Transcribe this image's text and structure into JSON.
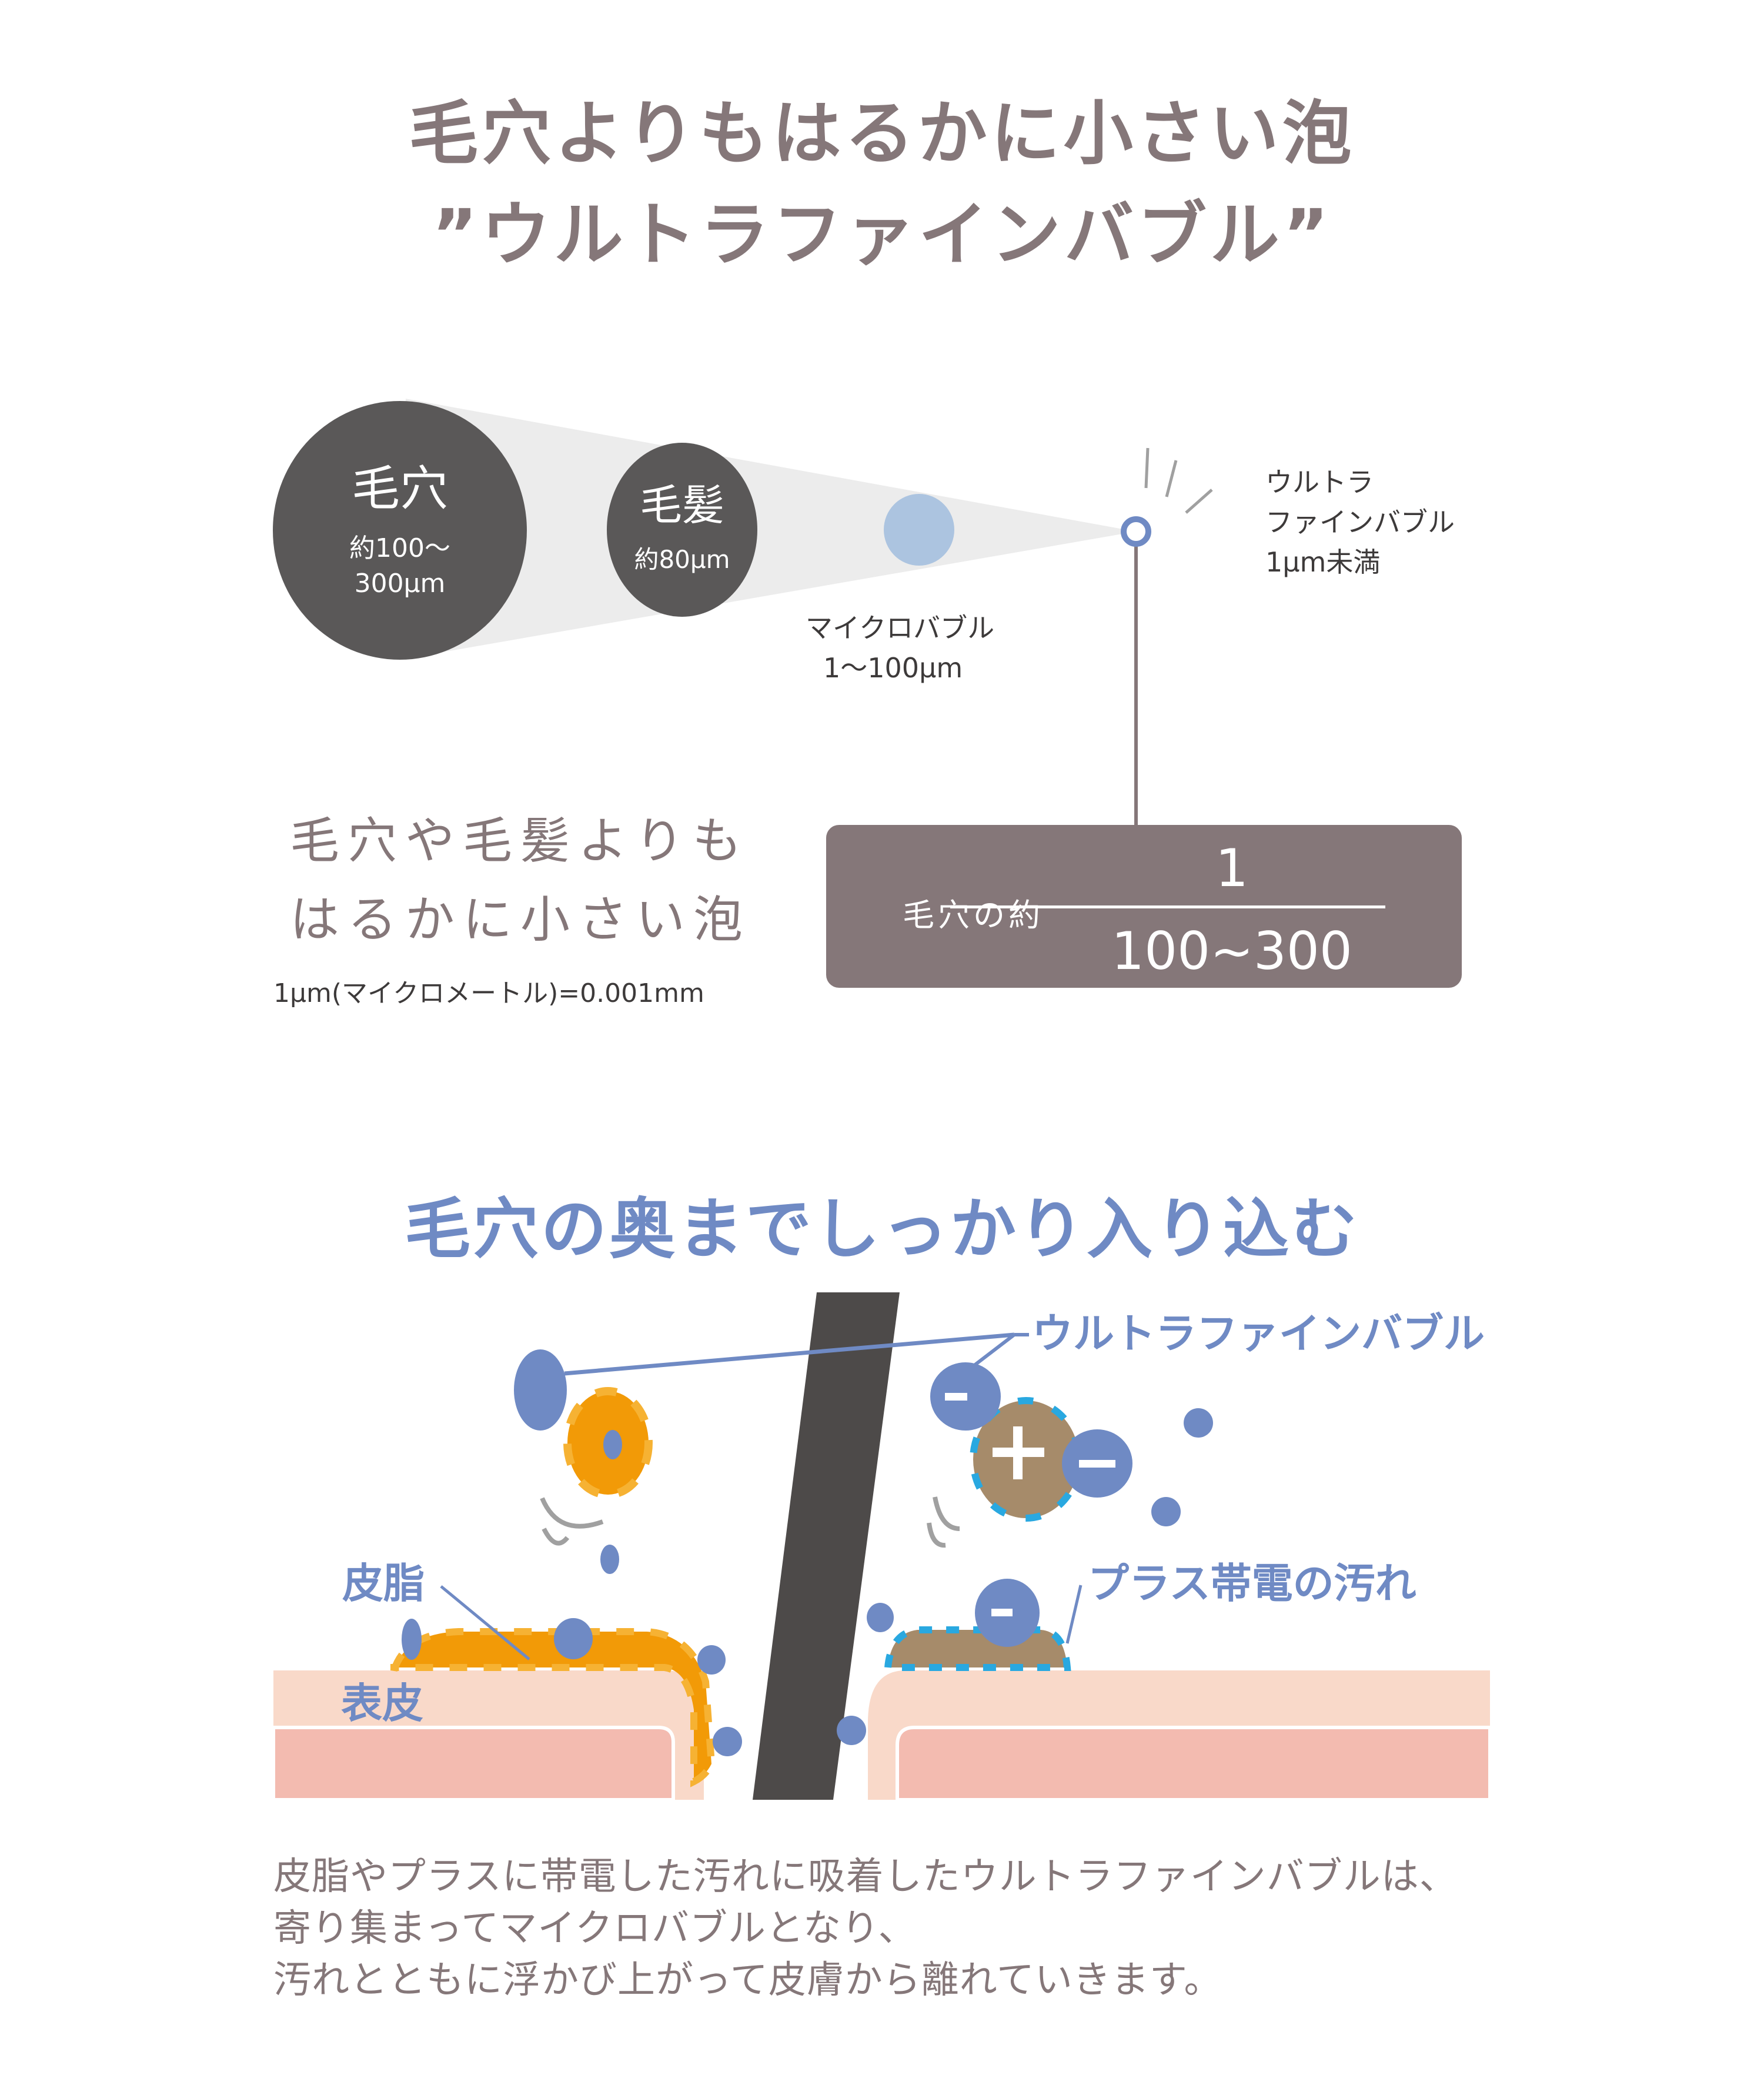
{
  "header": {
    "title_line1": "毛穴よりもはるかに小さい泡",
    "title_line2": "”ウルトラファインバブル”"
  },
  "size_comparison": {
    "pore": {
      "label": "毛穴",
      "size_line1": "約100〜",
      "size_line2": "300μm",
      "color": "#5a5858"
    },
    "hair": {
      "label": "毛髪",
      "size": "約80μm",
      "color": "#5a5858"
    },
    "microbubble": {
      "label": "マイクロバブル",
      "size": "1〜100μm",
      "color": "#acc4e0"
    },
    "ultrafine_bubble": {
      "label_line1": "ウルトラ",
      "label_line2": "ファインバブル",
      "size": "1μm未満",
      "color": "#6f8ac4"
    },
    "cone_color": "#ececec"
  },
  "note": {
    "line1": "毛穴や毛髪よりも",
    "line2": "はるかに小さい泡",
    "unit_definition": "1μm(マイクロメートル)=0.001mm"
  },
  "ratio_box": {
    "prefix": "毛穴の約",
    "numerator": "1",
    "denominator": "100~300",
    "color": "#857779"
  },
  "section2": {
    "title": "毛穴の奥までしっかり入り込む"
  },
  "diagram": {
    "labels": {
      "ultrafine_bubble": "ウルトラファインバブル",
      "sebum": "皮脂",
      "plus_dirt": "プラス帯電の汚れ",
      "epidermis": "表皮"
    },
    "symbols": {
      "plus": "+",
      "minus": "−"
    },
    "colors": {
      "bubble": "#6f8ac4",
      "sebum": "#f29a07",
      "sebum_outline": "#f6b233",
      "dirt": "#a68b6a",
      "dirt_outline": "#29a8e0",
      "hair": "#4d4a49",
      "epidermis": "#f9d9c9",
      "dermis": "#f3bbb0"
    }
  },
  "caption": {
    "line1": "皮脂やプラスに帯電した汚れに吸着したウルトラファインバブルは、",
    "line2": "寄り集まってマイクロバブルとなり、",
    "line3": "汚れとともに浮かび上がって皮膚から離れていきます。"
  }
}
